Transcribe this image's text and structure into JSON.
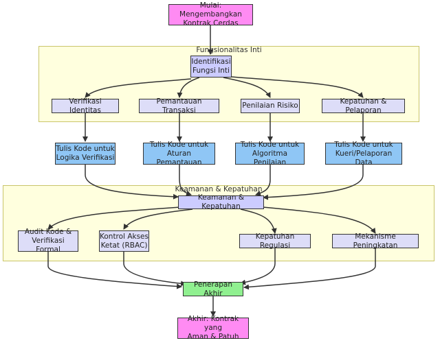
{
  "clusters": {
    "core": {
      "title": "Fungsionalitas Inti"
    },
    "security": {
      "title": "Keamanan & Kepatuhan"
    }
  },
  "nodes": {
    "start": "Mulai: Mengembangkan\nKontrak Cerdas",
    "identify": "Identifikasi\nFungsi Inti",
    "verify_id": "Verifikasi Identitas",
    "monitor_tx": "Pemantauan Transaksi",
    "risk": "Penilaian Risiko",
    "compliance_report": "Kepatuhan & Pelaporan",
    "code_verify": "Tulis Kode untuk\nLogika Verifikasi",
    "code_monitor": "Tulis Kode untuk\nAturan Pemantauan",
    "code_risk": "Tulis Kode untuk\nAlgoritma Penilaian",
    "code_query": "Tulis Kode untuk\nKueri/Pelaporan Data",
    "security": "Keamanan & Kepatuhan",
    "audit": "Audit Kode &\nVerifikasi Formal",
    "access": "Kontrol Akses\nKetat (RBAC)",
    "regulation": "Kepatuhan Regulasi",
    "upgrade": "Mekanisme Peningkatan",
    "deploy": "Penerapan Akhir",
    "end": "Akhir: Kontrak yang\nAman & Patuh"
  },
  "colors": {
    "cluster_fill": "#ffffde",
    "cluster_border": "#c9c46a",
    "process": "#ccccff",
    "task": "#ddddf8",
    "code": "#8fc6f5",
    "terminal": "#ff8bf3",
    "deploy": "#90f090",
    "edge": "#333333"
  }
}
